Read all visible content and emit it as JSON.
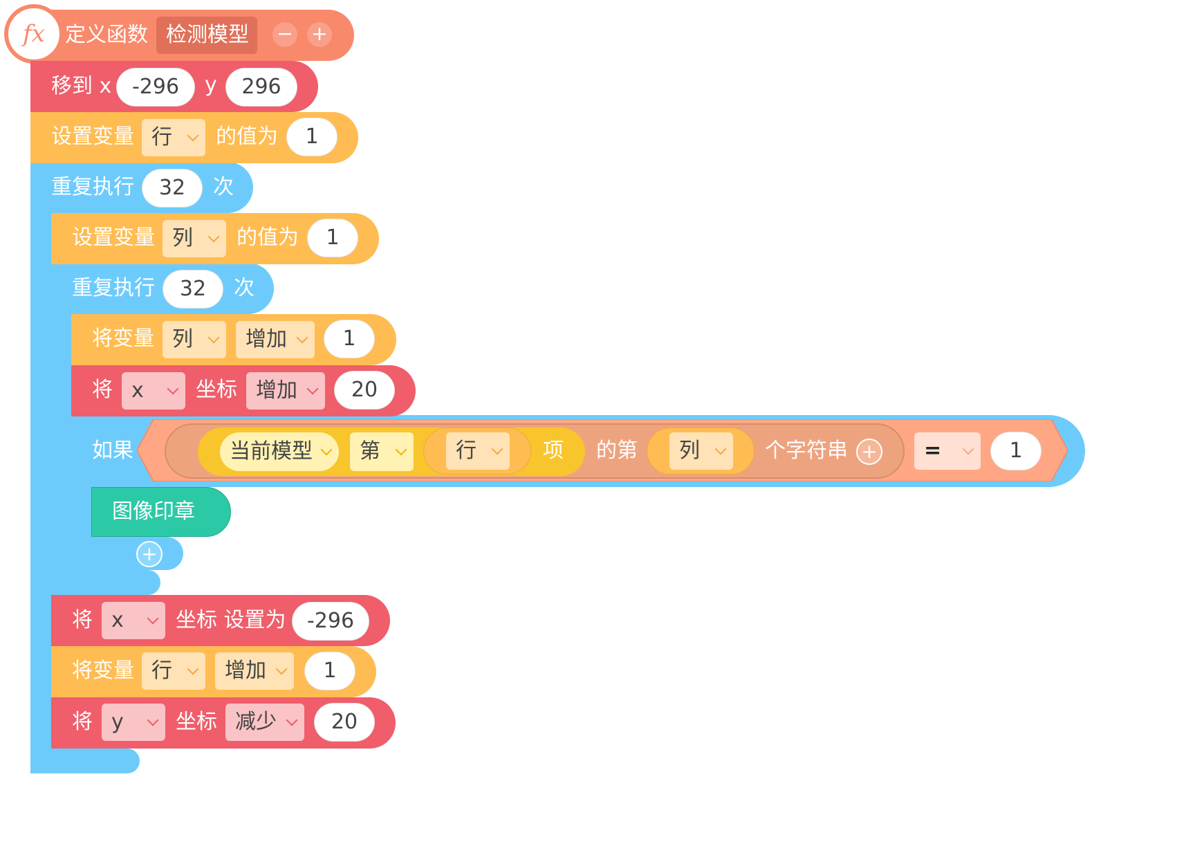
{
  "function_def": {
    "icon_label": "fx",
    "label": "定义函数",
    "name": "检测模型",
    "minus_label": "−",
    "plus_label": "+"
  },
  "goto": {
    "label": "移到 x",
    "x_value": "-296",
    "y_label": "y",
    "y_value": "296"
  },
  "set_row": {
    "label": "设置变量",
    "var": "行",
    "suffix": "的值为",
    "value": "1"
  },
  "repeat_outer": {
    "label": "重复执行",
    "count": "32",
    "suffix": "次"
  },
  "set_col": {
    "label": "设置变量",
    "var": "列",
    "suffix": "的值为",
    "value": "1"
  },
  "repeat_inner": {
    "label": "重复执行",
    "count": "32",
    "suffix": "次"
  },
  "change_col": {
    "label": "将变量",
    "var": "列",
    "op": "增加",
    "value": "1"
  },
  "change_x": {
    "label": "将",
    "axis": "x",
    "mid": "坐标",
    "op": "增加",
    "value": "20"
  },
  "if_block": {
    "label": "如果",
    "list_name": "当前模型",
    "index_label": "第",
    "row_var": "行",
    "item_label": "项",
    "char_label": "的第",
    "col_var": "列",
    "string_label": "个字符串",
    "add_label": "+",
    "operator": "=",
    "compare_value": "1"
  },
  "stamp": {
    "label": "图像印章"
  },
  "if_add": {
    "label": "+"
  },
  "set_x": {
    "label": "将",
    "axis": "x",
    "mid": "坐标 设置为",
    "value": "-296"
  },
  "change_row": {
    "label": "将变量",
    "var": "行",
    "op": "增加",
    "value": "1"
  },
  "change_y": {
    "label": "将",
    "axis": "y",
    "mid": "坐标",
    "op": "减少",
    "value": "20"
  }
}
